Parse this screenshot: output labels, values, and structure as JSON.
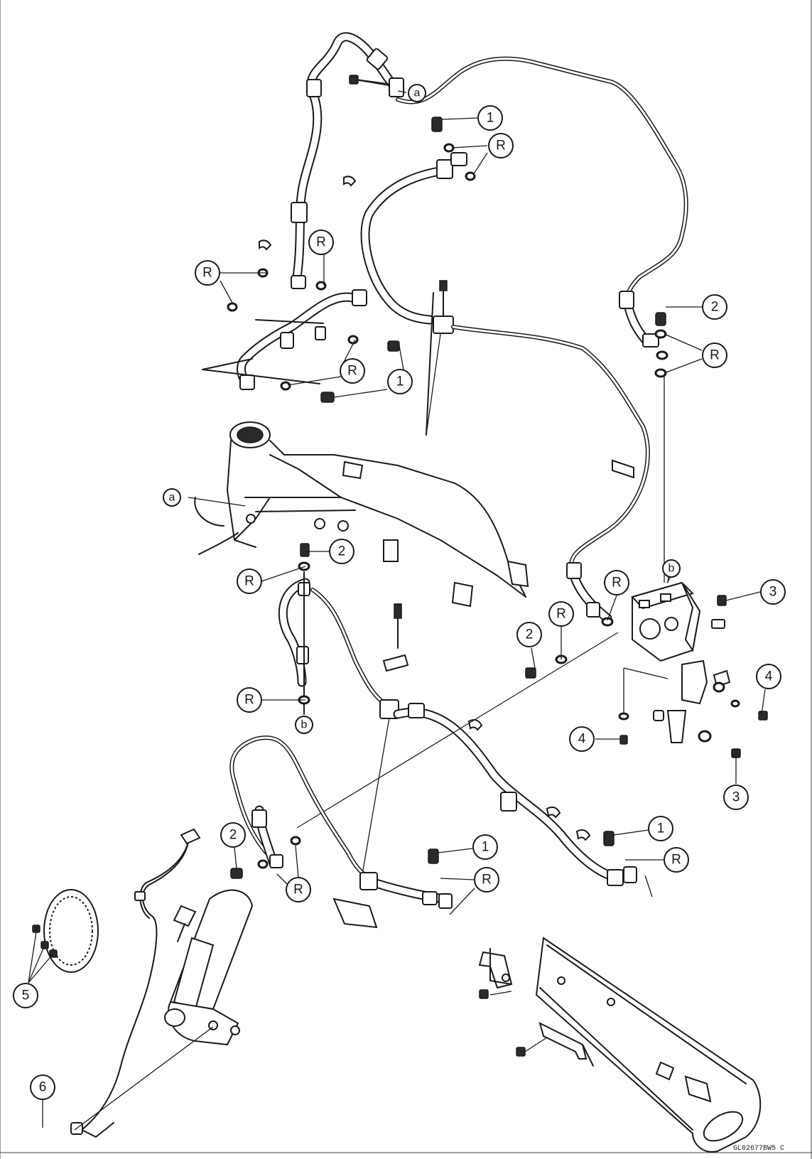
{
  "figure_code": "GL02677BW5 C",
  "callouts": {
    "c1a": "1",
    "c1b": "1",
    "c1c": "1",
    "c1d": "1",
    "c2a": "2",
    "c2b": "2",
    "c2c": "2",
    "c2d": "2",
    "c3a": "3",
    "c3b": "3",
    "c4a": "4",
    "c4b": "4",
    "c5": "5",
    "c6": "6",
    "r1": "R",
    "r2": "R",
    "r3": "R",
    "r4": "R",
    "r5": "R",
    "r6": "R",
    "r7": "R",
    "r8": "R",
    "r9": "R",
    "r10": "R",
    "r11": "R",
    "r12": "R",
    "refA1": "a",
    "refA2": "a",
    "refB1": "b",
    "refB2": "b"
  }
}
